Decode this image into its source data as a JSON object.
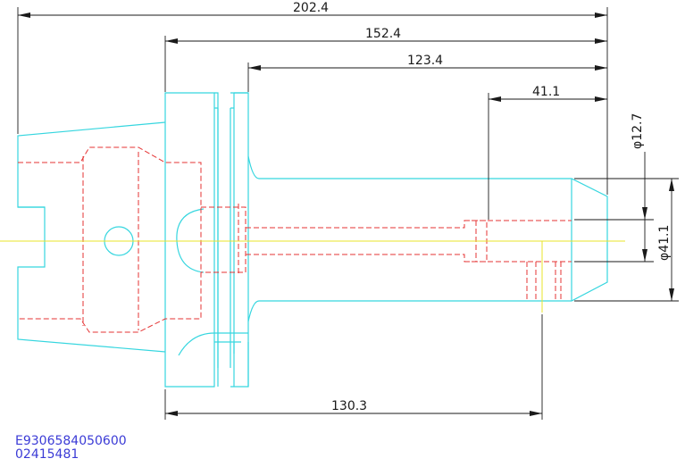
{
  "dimensions": {
    "overall_length": "202.4",
    "flange_to_end": "152.4",
    "body_length": "123.4",
    "bore_depth": "41.1",
    "bore_diameter": "φ12.7",
    "nose_diameter": "φ41.1",
    "gauge_length": "130.3"
  },
  "part_codes": {
    "line1": "E9306584050600",
    "line2": "02415481"
  },
  "colors": {
    "outline": "#36d6df",
    "hidden": "#e53333",
    "centerline": "#e8e42a",
    "dimension": "#1a1a1a",
    "part_code": "#3b3bd6"
  }
}
